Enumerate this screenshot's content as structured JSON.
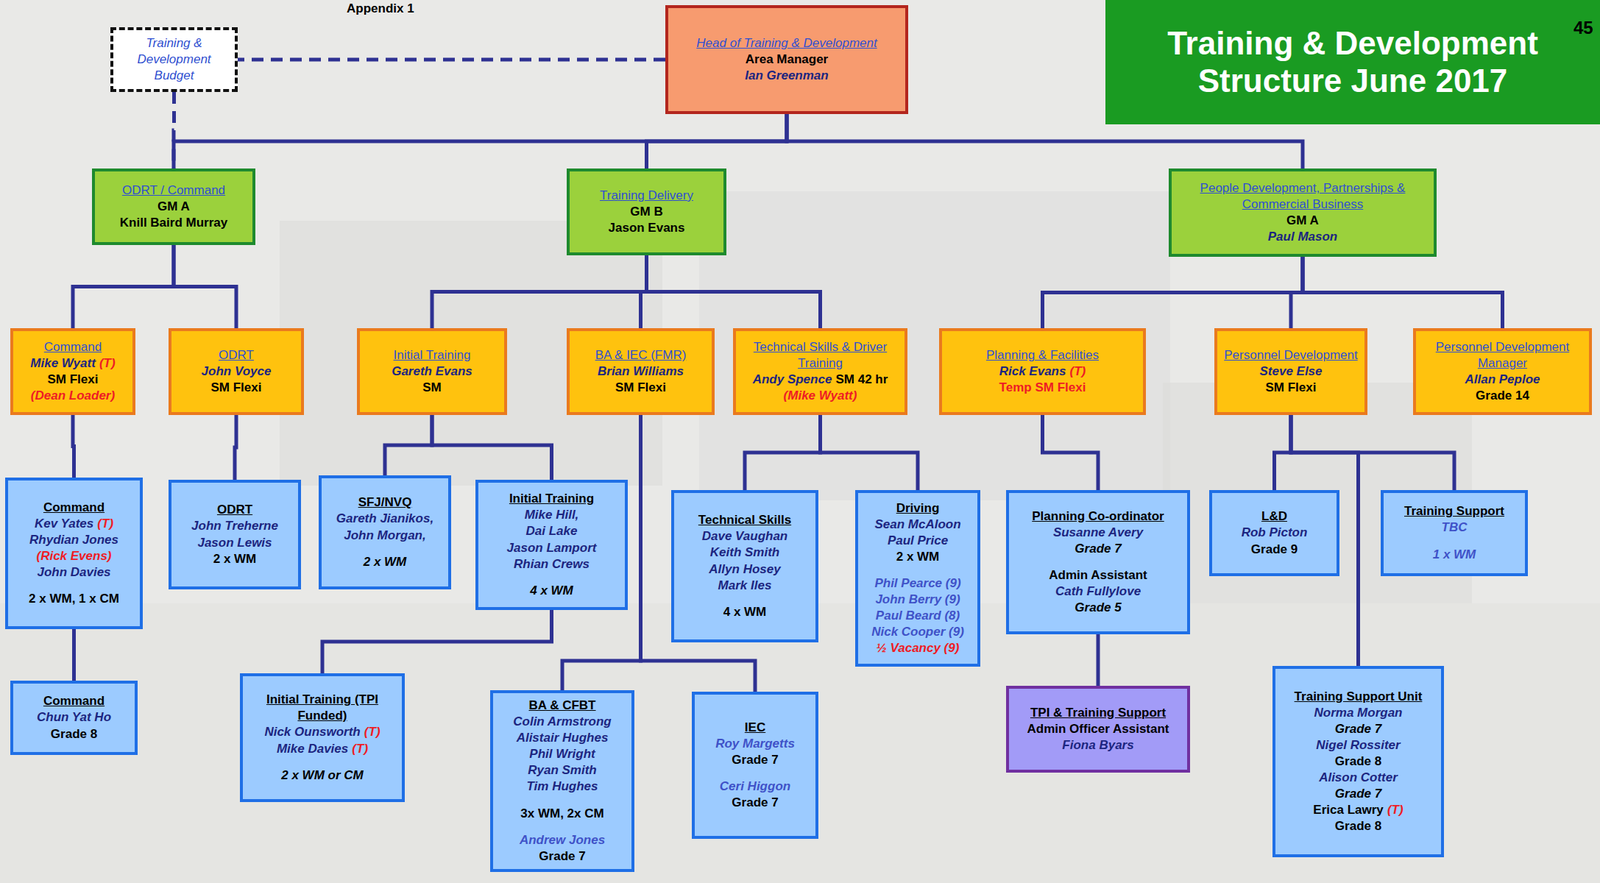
{
  "diagram": {
    "title": "Training & Development Structure June 2017",
    "nodes": [
      {
        "text": [
          "Training & Development Budget"
        ]
      },
      {
        "text": [
          "Head of Training & Development",
          "Area Manager",
          "Ian Greenman"
        ]
      },
      {
        "text": [
          "ODRT / Command",
          "GM A",
          "Knill Baird Murray"
        ]
      },
      {
        "text": [
          "Training Delivery",
          "GM B",
          "Jason Evans"
        ]
      },
      {
        "text": [
          "People Development, Partnerships & Commercial Business",
          "GM A",
          "Paul Mason"
        ]
      },
      {
        "text": [
          "Command",
          "Mike Wyatt",
          "(T)",
          "SM Flexi",
          "(Dean Loader)"
        ]
      },
      {
        "text": [
          "ODRT",
          "John Voyce",
          "SM Flexi"
        ]
      },
      {
        "text": [
          "Initial Training",
          "Gareth Evans",
          "SM"
        ]
      },
      {
        "text": [
          "BA & IEC (FMR)",
          "Brian Williams",
          "SM Flexi"
        ]
      },
      {
        "text": [
          "Technical Skills & Driver Training",
          "Andy Spence",
          "SM 42 hr",
          "(Mike Wyatt)"
        ]
      },
      {
        "text": [
          "Planning & Facilities",
          "Rick Evans",
          "(T)",
          "Temp SM Flexi"
        ]
      },
      {
        "text": [
          "Personnel Development",
          "Steve Else",
          "SM Flexi"
        ]
      },
      {
        "text": [
          "Personnel Development Manager",
          "Allan Peploe",
          "Grade 14"
        ]
      },
      {
        "text": [
          "Command",
          "Kev Yates",
          "(T)",
          "Rhydian Jones",
          "(Rick Evens)",
          "John Davies",
          "2 x WM, 1 x CM"
        ]
      },
      {
        "text": [
          "ODRT",
          "John Treherne",
          "Jason Lewis",
          "2 x WM"
        ]
      },
      {
        "text": [
          "SFJ/NVQ",
          "Gareth Jianikos,",
          "John Morgan,",
          "2 x WM"
        ]
      },
      {
        "text": [
          "Initial Training",
          "Mike Hill,",
          "Dai Lake",
          "Jason Lamport",
          "Rhian Crews",
          "4 x WM"
        ]
      },
      {
        "text": [
          "Technical Skills",
          "Dave Vaughan",
          "Keith Smith",
          "Allyn Hosey",
          "Mark Iles",
          "4 x WM"
        ]
      },
      {
        "text": [
          "Driving",
          "Sean McAloon",
          "Paul Price",
          "2 x WM",
          "Phil Pearce (9)",
          "John Berry (9)",
          "Paul Beard (8)",
          "Nick Cooper (9)",
          "½ Vacancy (9)"
        ]
      },
      {
        "text": [
          "Planning Co-ordinator",
          "Susanne Avery",
          "Grade 7",
          "Admin Assistant",
          "Cath Fullylove",
          "Grade 5"
        ]
      },
      {
        "text": [
          "L&D",
          "Rob Picton",
          "Grade 9"
        ]
      },
      {
        "text": [
          "Training Support",
          "TBC",
          "1 x WM"
        ]
      },
      {
        "text": [
          "Command",
          "Chun Yat Ho",
          "Grade 8"
        ]
      },
      {
        "text": [
          "Initial Training (TPI Funded)",
          "Nick Ounsworth",
          "(T)",
          "Mike Davies",
          "(T)",
          "2 x WM or CM"
        ]
      },
      {
        "text": [
          "BA & CFBT",
          "Colin Armstrong",
          "Alistair Hughes",
          "Phil Wright",
          "Ryan Smith",
          "Tim Hughes",
          "3x WM, 2x CM",
          "Andrew Jones",
          "Grade 7"
        ]
      },
      {
        "text": [
          "IEC",
          "Roy Margetts",
          "Grade 7",
          "Ceri Higgon",
          "Grade 7"
        ]
      },
      {
        "text": [
          "TPI & Training Support",
          "Admin Officer Assistant",
          "Fiona Byars"
        ]
      },
      {
        "text": [
          "Training Support Unit",
          "Norma Morgan",
          "Grade 7",
          "Nigel Rossiter",
          "Grade 8",
          "Alison Cotter",
          "Grade 7",
          "Erica Lawry",
          "(T)",
          "Grade 8"
        ]
      }
    ],
    "edges": [
      {
        "from": 1,
        "to": 0,
        "arrow": "none"
      },
      {
        "from": 0,
        "to": 2,
        "arrow": "none"
      },
      {
        "from": 1,
        "to": 2,
        "arrow": "none"
      },
      {
        "from": 1,
        "to": 3,
        "arrow": "none"
      },
      {
        "from": 1,
        "to": 4,
        "arrow": "none"
      },
      {
        "from": 2,
        "to": 5,
        "arrow": "none"
      },
      {
        "from": 2,
        "to": 6,
        "arrow": "none"
      },
      {
        "from": 3,
        "to": 7,
        "arrow": "none"
      },
      {
        "from": 3,
        "to": 8,
        "arrow": "none"
      },
      {
        "from": 3,
        "to": 9,
        "arrow": "none"
      },
      {
        "from": 4,
        "to": 10,
        "arrow": "none"
      },
      {
        "from": 4,
        "to": 11,
        "arrow": "none"
      },
      {
        "from": 4,
        "to": 12,
        "arrow": "none"
      },
      {
        "from": 5,
        "to": 13,
        "arrow": "none"
      },
      {
        "from": 6,
        "to": 14,
        "arrow": "none"
      },
      {
        "from": 7,
        "to": 15,
        "arrow": "none"
      },
      {
        "from": 7,
        "to": 16,
        "arrow": "none"
      },
      {
        "from": 9,
        "to": 17,
        "arrow": "none"
      },
      {
        "from": 9,
        "to": 18,
        "arrow": "none"
      },
      {
        "from": 10,
        "to": 19,
        "arrow": "none"
      },
      {
        "from": 11,
        "to": 20,
        "arrow": "none"
      },
      {
        "from": 11,
        "to": 21,
        "arrow": "none"
      },
      {
        "from": 11,
        "to": 27,
        "arrow": "none"
      },
      {
        "from": 13,
        "to": 22,
        "arrow": "none"
      },
      {
        "from": 16,
        "to": 23,
        "arrow": "none"
      },
      {
        "from": 8,
        "to": 24,
        "arrow": "none"
      },
      {
        "from": 8,
        "to": 25,
        "arrow": "none"
      },
      {
        "from": 19,
        "to": 26,
        "arrow": "none"
      }
    ],
    "labels": [
      "Appendix 1",
      "45"
    ]
  }
}
